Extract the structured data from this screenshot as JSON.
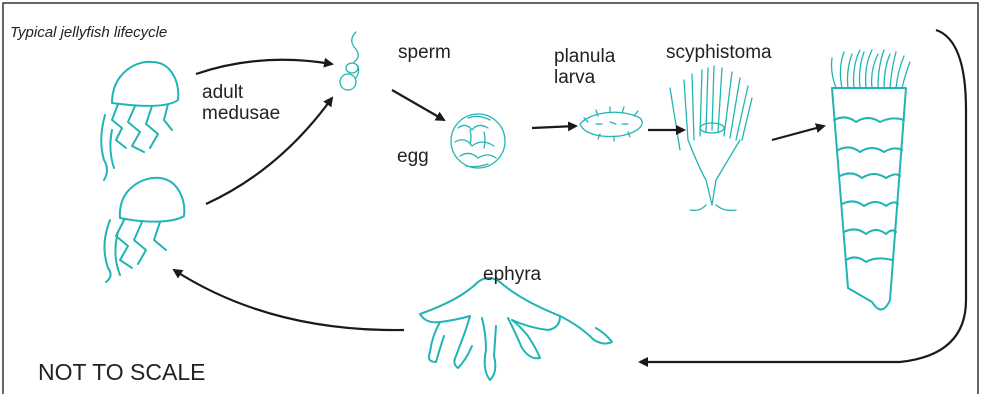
{
  "diagram": {
    "title": "Typical jellyfish lifecycle",
    "stages": {
      "adult": "adult\nmedusae",
      "sperm": "sperm",
      "egg": "egg",
      "planula": "planula\nlarva",
      "scyphistoma": "scyphistoma",
      "ephyra": "ephyra"
    },
    "footer_note": "NOT TO SCALE",
    "colors": {
      "organism": "#22b4b4",
      "arrow": "#1a1a1a",
      "text": "#222222"
    }
  }
}
